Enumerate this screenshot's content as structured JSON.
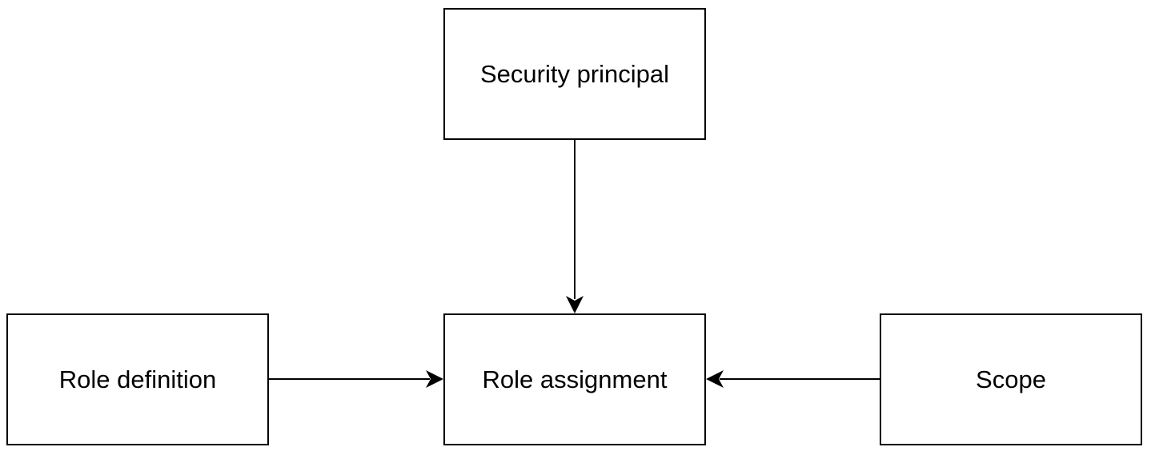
{
  "diagram": {
    "nodes": {
      "security_principal": "Security principal",
      "role_definition": "Role definition",
      "role_assignment": "Role assignment",
      "scope": "Scope"
    },
    "edges": [
      {
        "from": "Security principal",
        "to": "Role assignment"
      },
      {
        "from": "Role definition",
        "to": "Role assignment"
      },
      {
        "from": "Scope",
        "to": "Role assignment"
      }
    ],
    "colors": {
      "stroke": "#000000",
      "background": "#ffffff"
    }
  }
}
